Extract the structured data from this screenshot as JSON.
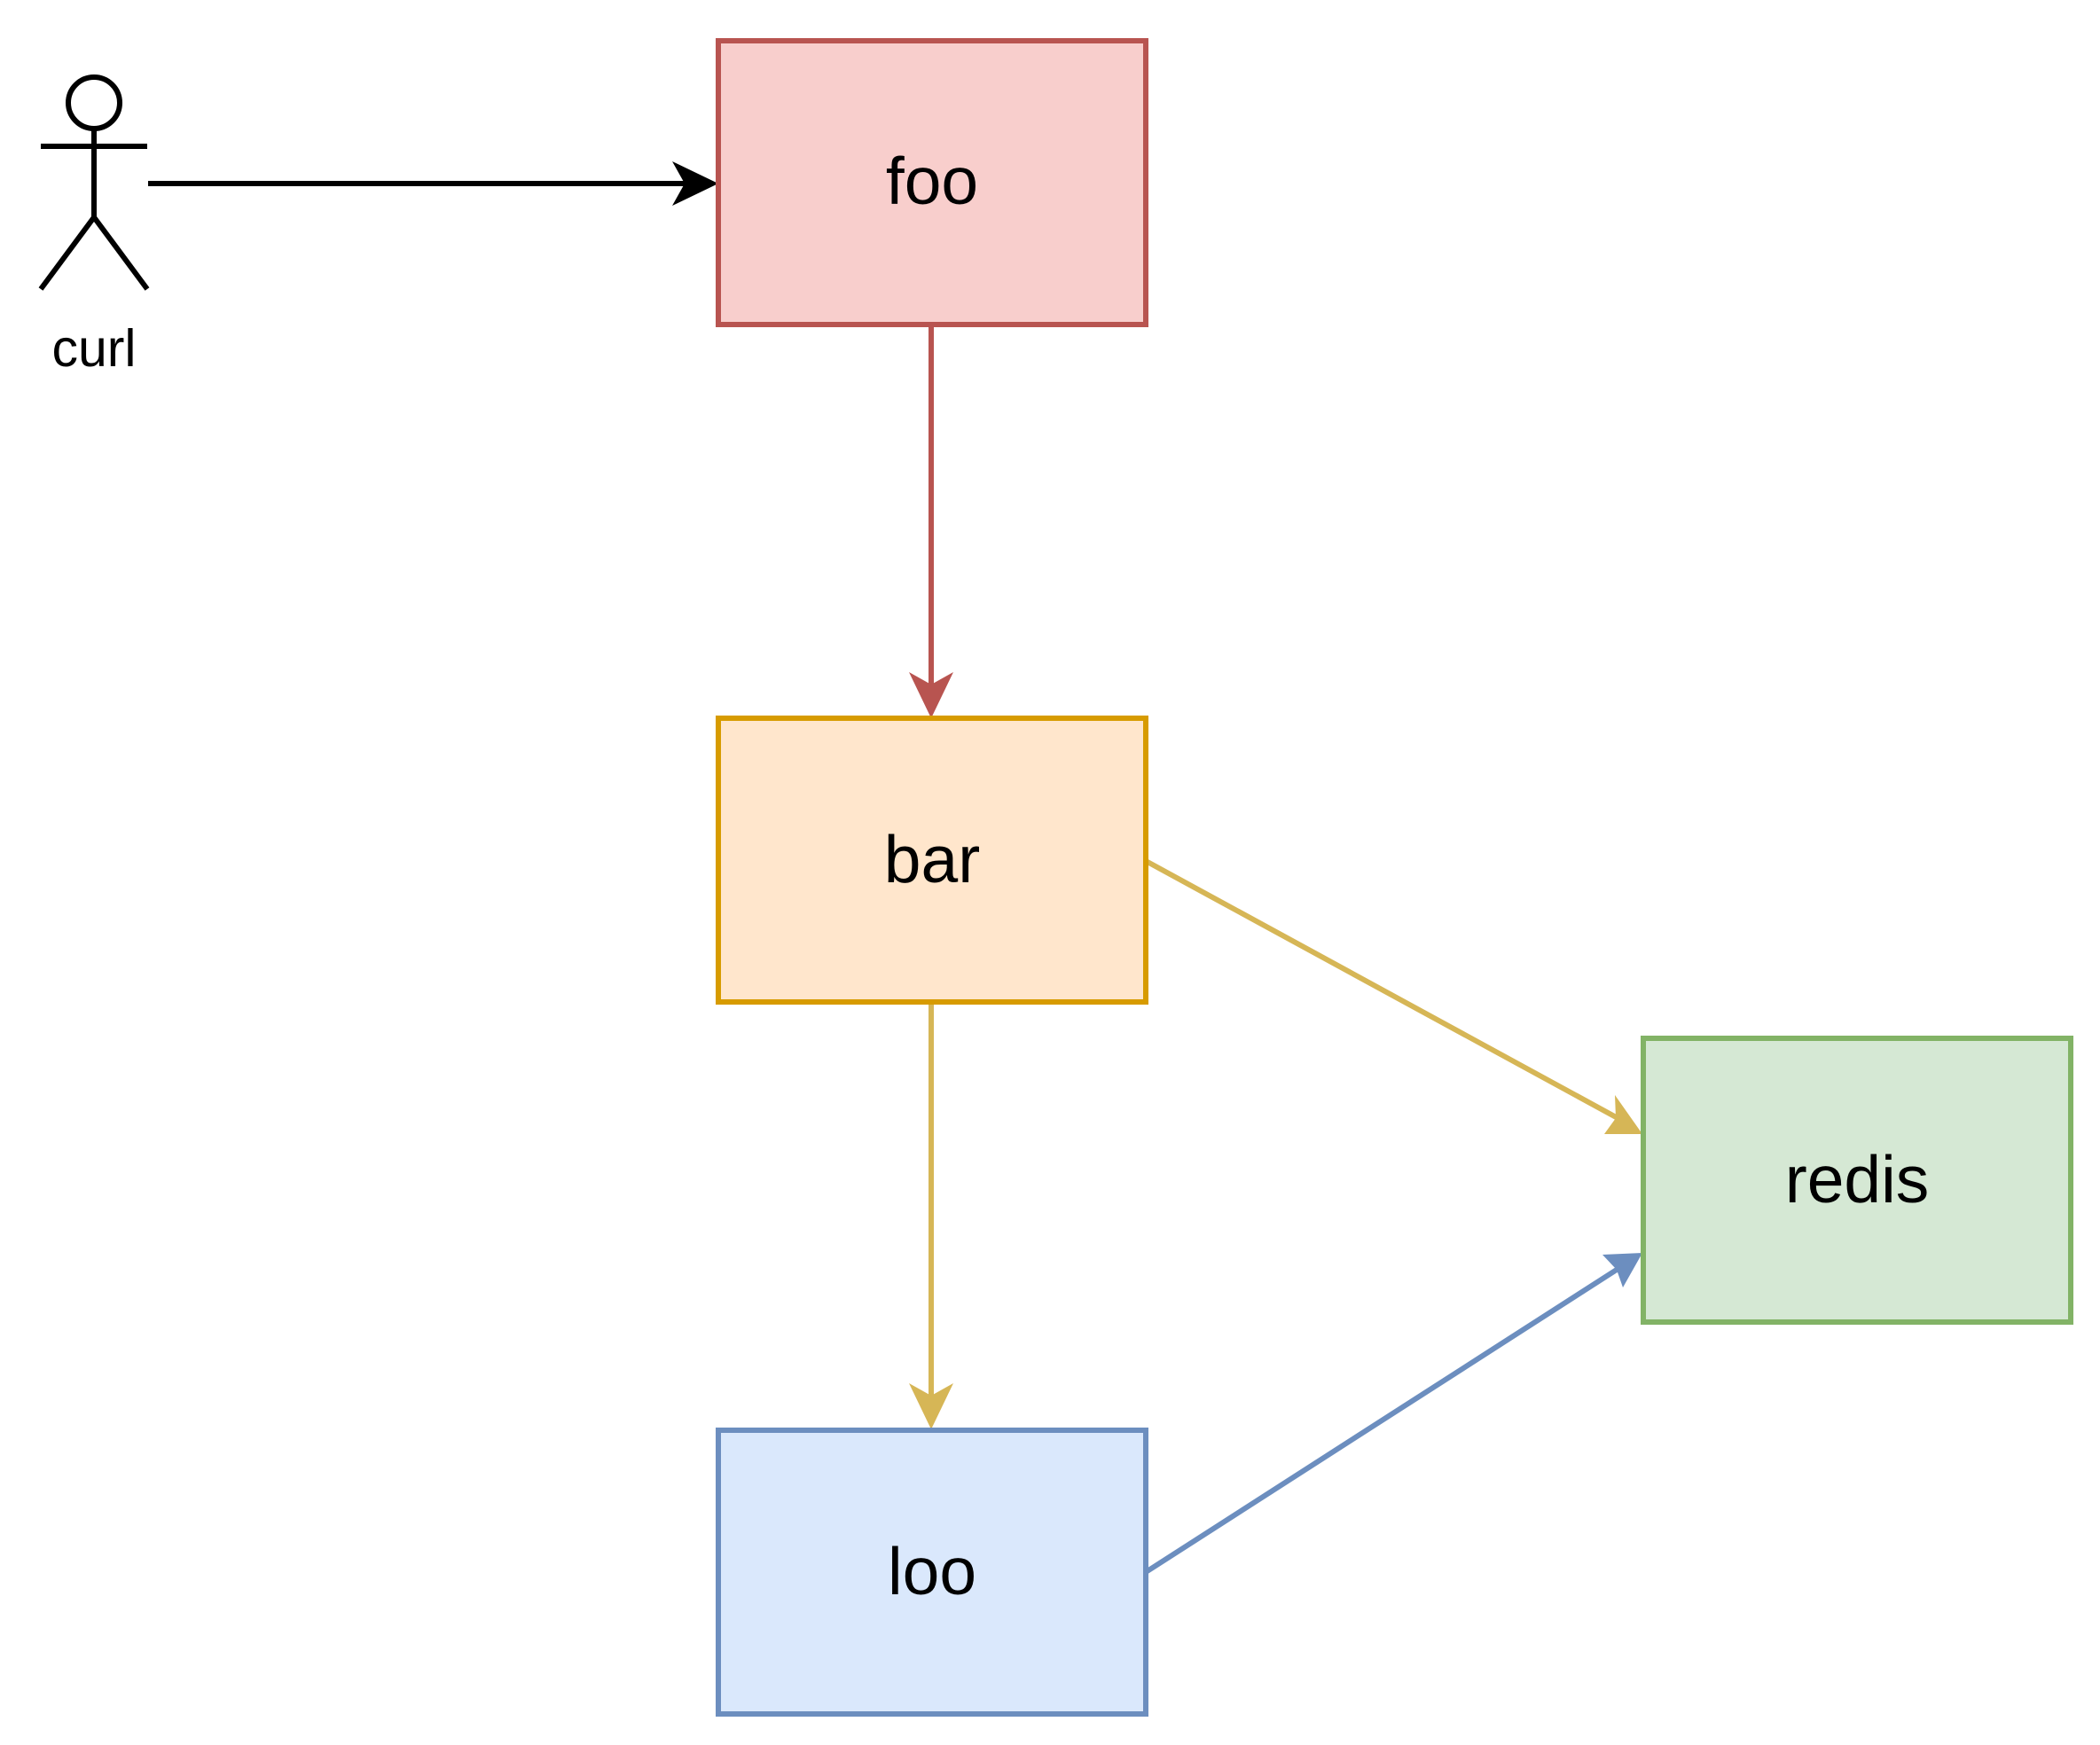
{
  "diagram": {
    "actor": {
      "label": "curl",
      "icon": "stick-figure-icon",
      "stroke": "#000000"
    },
    "nodes": {
      "foo": {
        "label": "foo",
        "fill": "#f8cecc",
        "stroke": "#b85450"
      },
      "bar": {
        "label": "bar",
        "fill": "#ffe6cc",
        "stroke": "#d79b00"
      },
      "loo": {
        "label": "loo",
        "fill": "#dae8fc",
        "stroke": "#6c8ebf"
      },
      "redis": {
        "label": "redis",
        "fill": "#d5e8d4",
        "stroke": "#82b366"
      }
    },
    "edges": [
      {
        "from": "curl",
        "to": "foo",
        "color": "#000000"
      },
      {
        "from": "foo",
        "to": "bar",
        "color": "#b85450"
      },
      {
        "from": "bar",
        "to": "redis",
        "color": "#d6b656"
      },
      {
        "from": "bar",
        "to": "loo",
        "color": "#d6b656"
      },
      {
        "from": "loo",
        "to": "redis",
        "color": "#6c8ebf"
      }
    ]
  }
}
